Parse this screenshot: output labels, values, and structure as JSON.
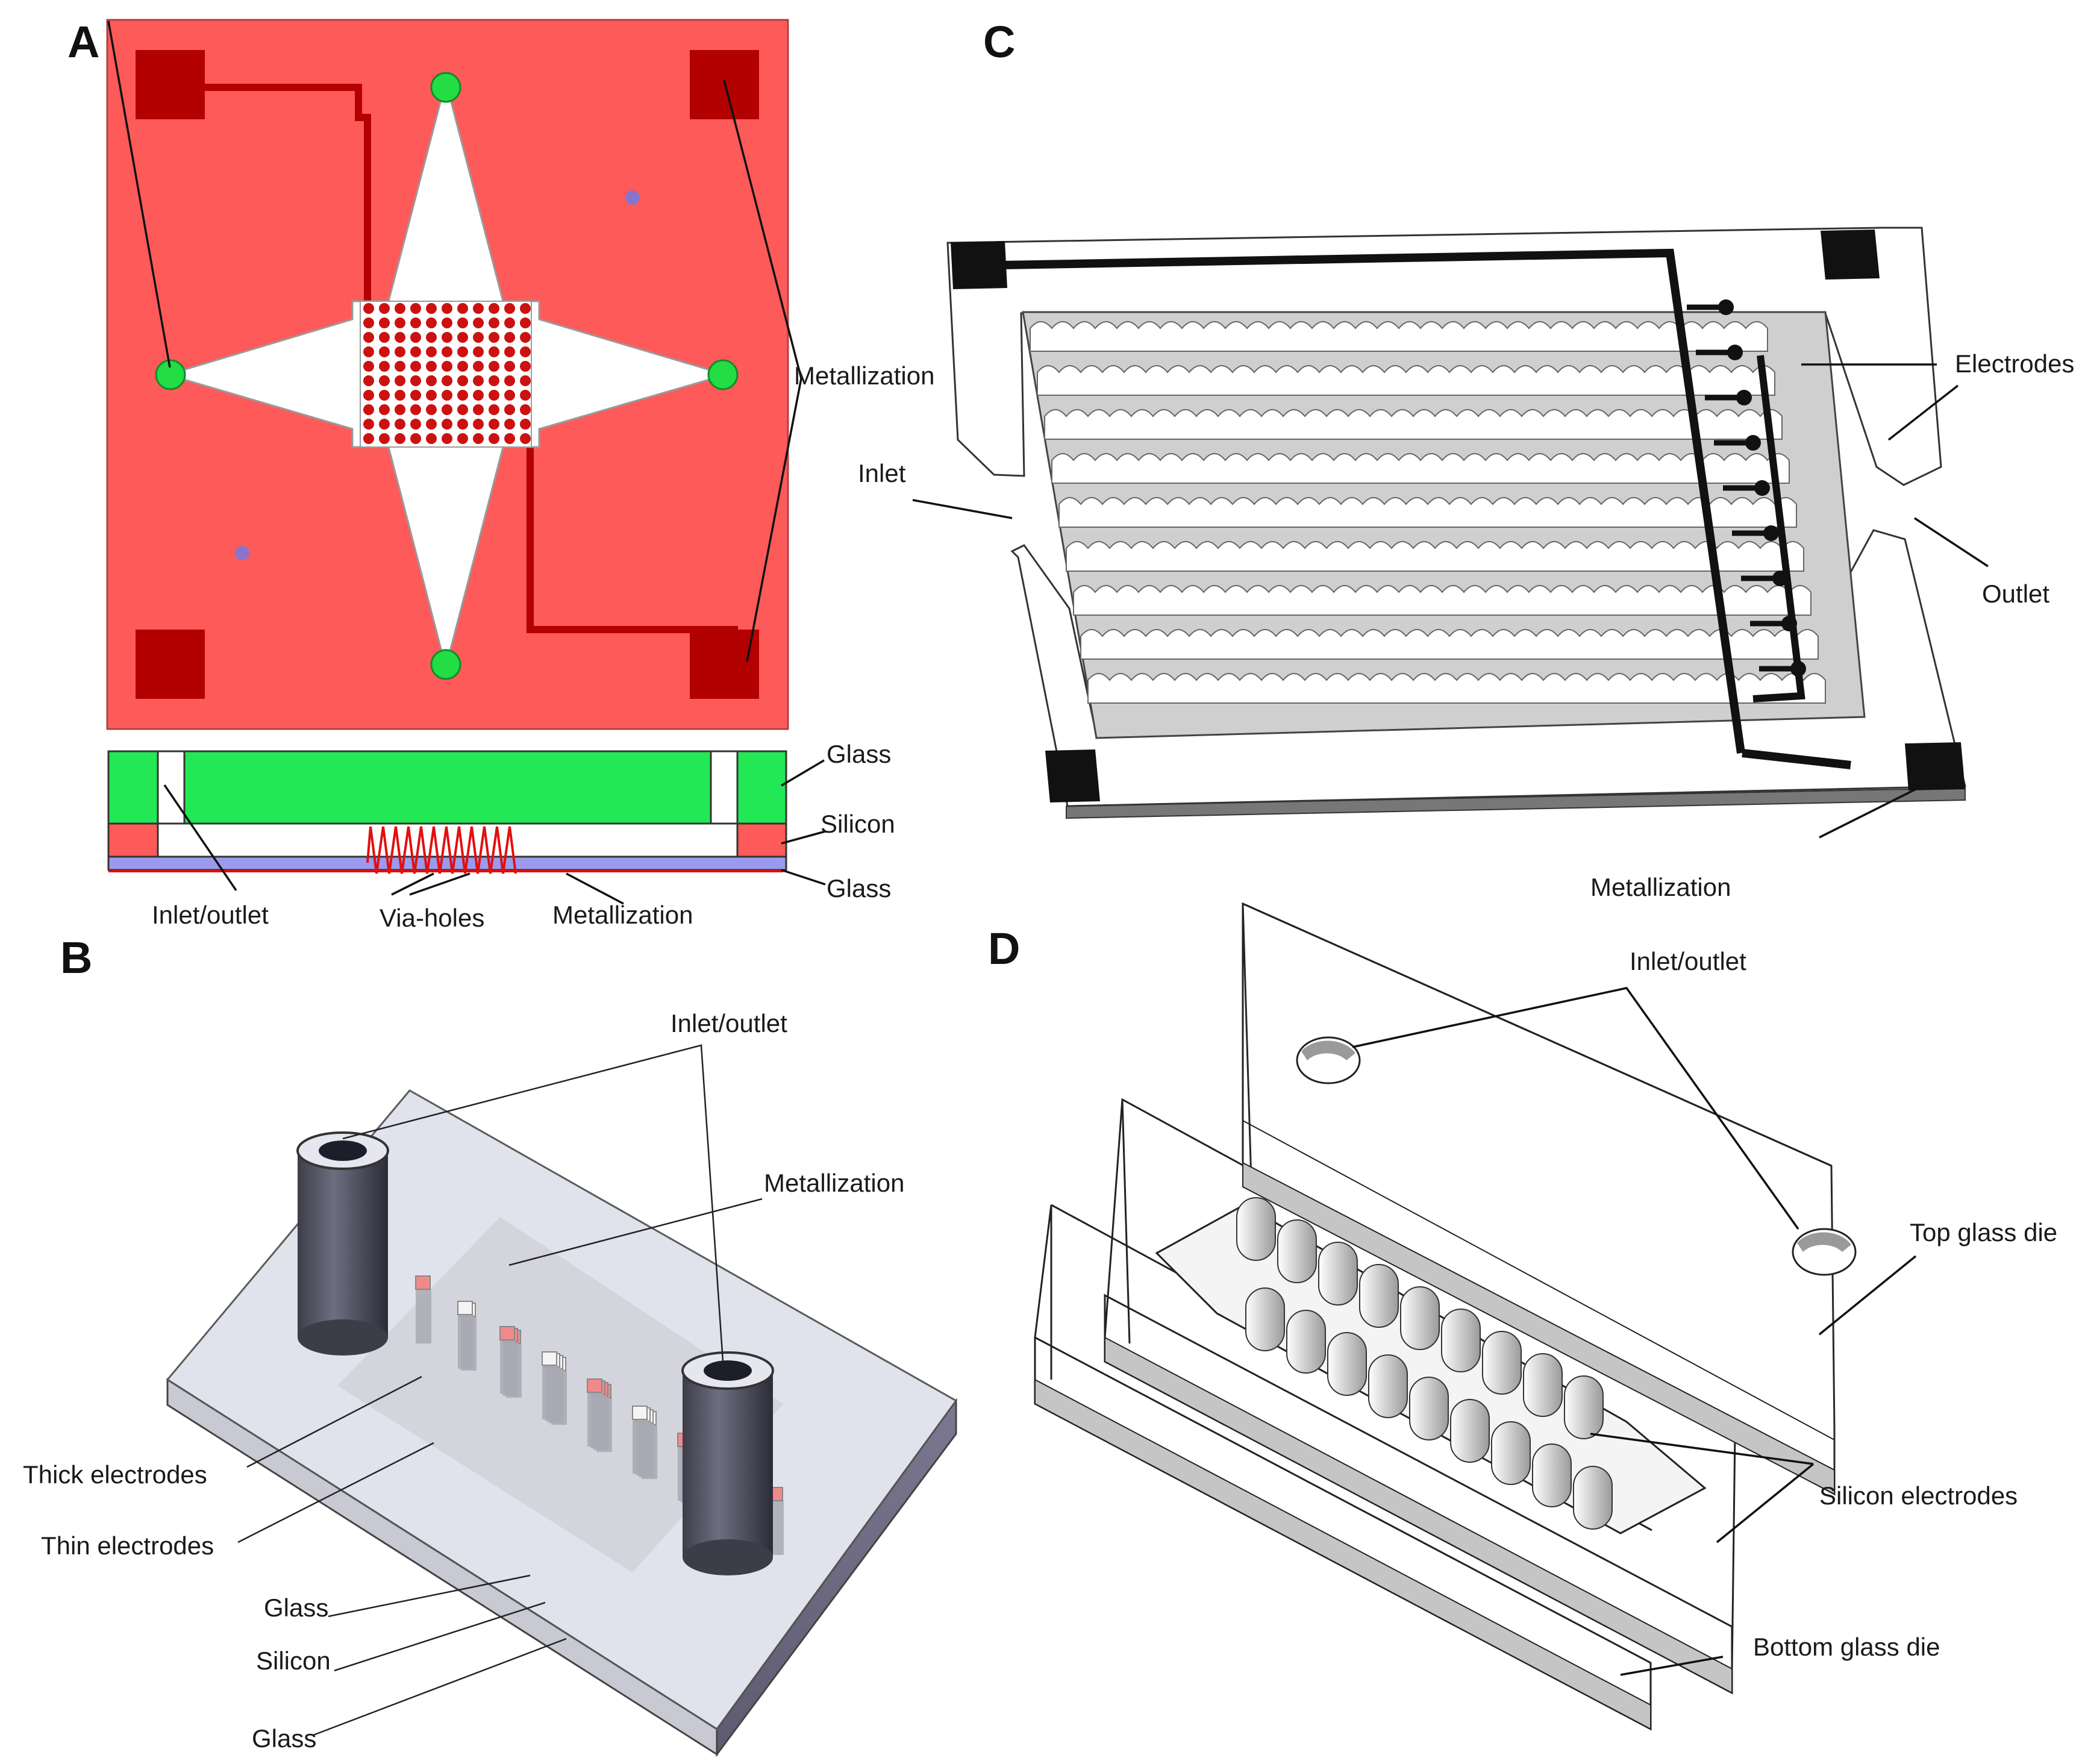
{
  "colors": {
    "panel_a_background": "#ff5a5a",
    "metallization_dark": "#b30000",
    "green_ports": "#22dd44",
    "glass_green": "#22e855",
    "glass_purple": "#9a9aee",
    "black_metal": "#111111",
    "tube_gray": "#555566"
  },
  "panels": {
    "a": {
      "letter": "A",
      "metallization": "Metallization",
      "glass_top": "Glass",
      "silicon": "Silicon",
      "glass_bottom": "Glass",
      "inlet_outlet": "Inlet/outlet",
      "via_holes": "Via-holes",
      "metallization_bottom": "Metallization"
    },
    "b": {
      "letter": "B",
      "inlet_outlet": "Inlet/outlet",
      "metallization": "Metallization",
      "thick_electrodes": "Thick electrodes",
      "thin_electrodes": "Thin electrodes",
      "glass_top": "Glass",
      "silicon": "Silicon",
      "glass_bottom": "Glass"
    },
    "c": {
      "letter": "C",
      "electrodes": "Electrodes",
      "inlet": "Inlet",
      "outlet": "Outlet",
      "metallization": "Metallization"
    },
    "d": {
      "letter": "D",
      "inlet_outlet": "Inlet/outlet",
      "top_glass_die": "Top glass die",
      "silicon_electrodes": "Silicon electrodes",
      "bottom_glass_die": "Bottom glass die"
    }
  }
}
